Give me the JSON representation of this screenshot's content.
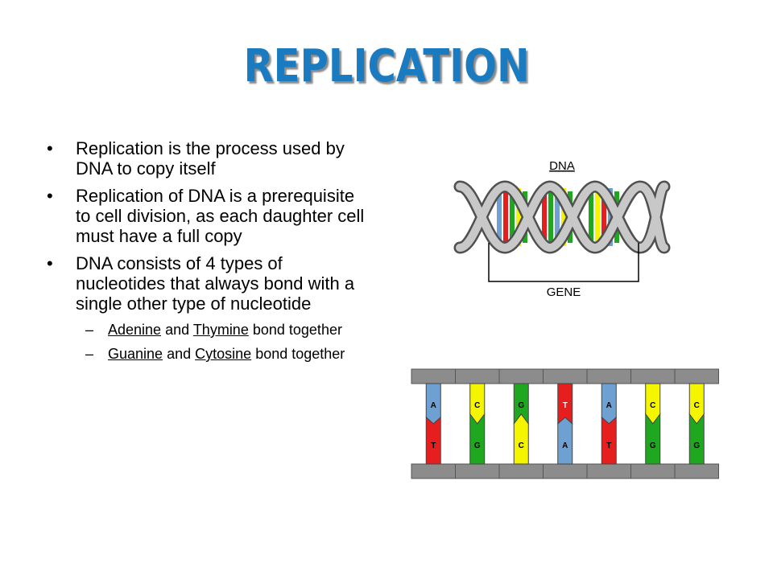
{
  "slide": {
    "title": "REPLICATION",
    "bullets": [
      "Replication is the process used by DNA to copy itself",
      "Replication of DNA is a prerequisite to cell division, as each daughter cell must have a full copy",
      "DNA consists of 4 types of nucleotides that always bond with a single other type of nucleotide"
    ],
    "sub_bullets": [
      {
        "a": "Adenine",
        "mid": "and",
        "b": "Thymine",
        "tail": "bond together"
      },
      {
        "a": "Guanine",
        "mid": "and",
        "b": "Cytosine",
        "tail": "bond together"
      }
    ]
  },
  "helix": {
    "dna_label": "DNA",
    "gene_label": "GENE"
  },
  "pairs": {
    "top": [
      "A",
      "C",
      "G",
      "T",
      "A",
      "C",
      "C"
    ],
    "bottom": [
      "T",
      "G",
      "C",
      "A",
      "T",
      "G",
      "G"
    ],
    "colors": {
      "A": "#6fa0d2",
      "T": "#e61e1e",
      "G": "#1fa81f",
      "C": "#f5f500"
    }
  }
}
